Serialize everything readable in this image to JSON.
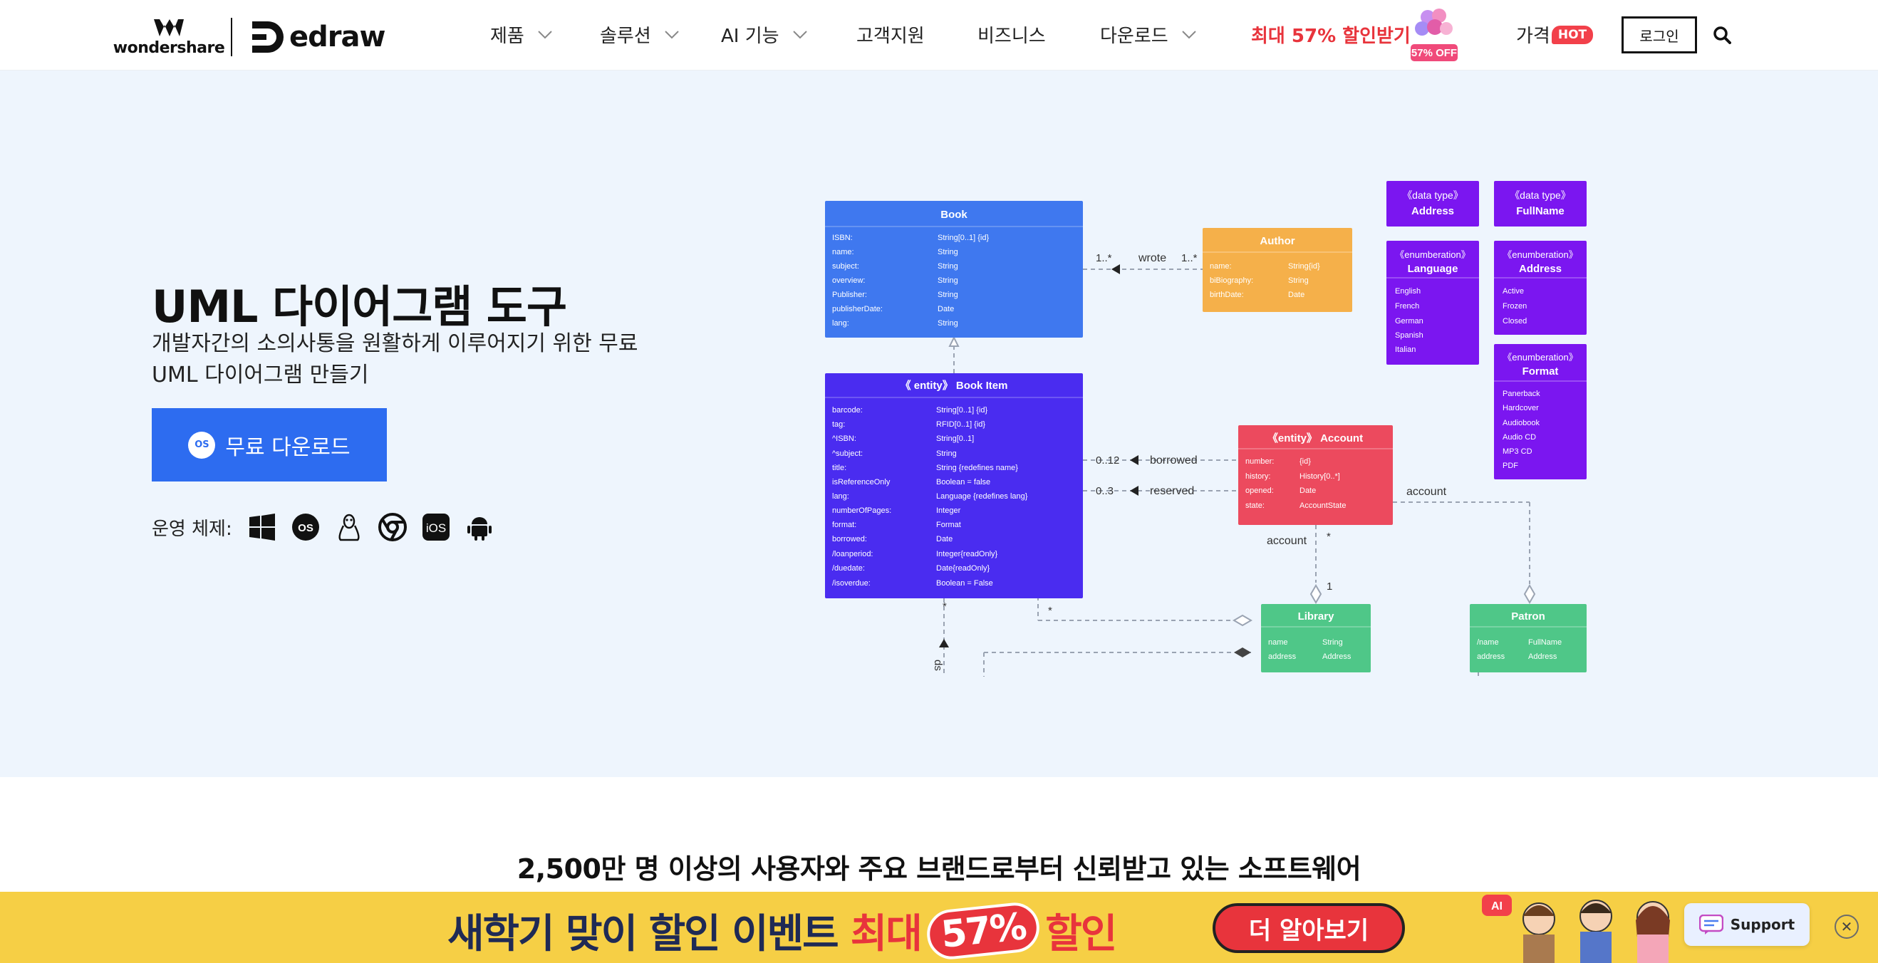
{
  "brand": {
    "wondershare": "wondershare",
    "edraw": "edraw"
  },
  "nav": {
    "products": "제품",
    "solutions": "솔루션",
    "ai": "AI 기능",
    "support": "고객지원",
    "business": "비즈니스",
    "download": "다운로드",
    "promo": "최대 57% 할인받기",
    "promo_badge": "57% OFF",
    "pricing": "가격",
    "hot": "HOT",
    "login": "로그인"
  },
  "hero": {
    "title": "UML 다이어그램 도구",
    "subtitle_line1": "개발자간의 소의사통을 원활하게 이루어지기 위한 무료",
    "subtitle_line2": "UML 다이어그램 만들기",
    "download_button": "무료 다운로드",
    "os_label": "운영 체제:",
    "os_icons": [
      "windows-icon",
      "macos-icon",
      "linux-icon",
      "chrome-icon",
      "ios-icon",
      "android-icon"
    ]
  },
  "uml": {
    "book": {
      "title": "Book",
      "rows": [
        [
          "ISBN:",
          "String[0..1] {id}"
        ],
        [
          "name:",
          "String"
        ],
        [
          "subject:",
          "String"
        ],
        [
          "overview:",
          "String"
        ],
        [
          "Publisher:",
          "String"
        ],
        [
          "publisherDate:",
          "Date"
        ],
        [
          "lang:",
          "String"
        ]
      ]
    },
    "author": {
      "title": "Author",
      "rows": [
        [
          "name:",
          "String{id}"
        ],
        [
          "biBiography:",
          "String"
        ],
        [
          "birthDate:",
          "Date"
        ]
      ]
    },
    "dt_address": {
      "stereo": "《data type》",
      "title": "Address"
    },
    "dt_fullname": {
      "stereo": "《data type》",
      "title": "FullName"
    },
    "en_language": {
      "stereo": "《enumberation》",
      "title": "Language",
      "items": [
        "English",
        "French",
        "German",
        "Spanish",
        "Italian"
      ]
    },
    "en_address": {
      "stereo": "《enumberation》",
      "title": "Address",
      "items": [
        "Active",
        "Frozen",
        "Closed"
      ]
    },
    "en_format": {
      "stereo": "《enumberation》",
      "title": "Format",
      "items": [
        "Panerback",
        "Hardcover",
        "Audiobook",
        "Audio CD",
        "MP3 CD",
        "PDF"
      ]
    },
    "bookitem": {
      "title": "《 entity》 Book Item",
      "rows": [
        [
          "barcode:",
          "String[0..1] {id}"
        ],
        [
          "tag:",
          "RFID[0..1] {id}"
        ],
        [
          "^ISBN:",
          "String[0..1]"
        ],
        [
          "^subject:",
          "String"
        ],
        [
          "title:",
          "String {redefines name}"
        ],
        [
          "isReferenceOnly",
          "Boolean = false"
        ],
        [
          "lang:",
          "Language {redefines lang}"
        ],
        [
          "numberOfPages:",
          "Integer"
        ],
        [
          "format:",
          "Format"
        ],
        [
          "borrowed:",
          "Date"
        ],
        [
          "/loanperiod:",
          "Integer{readOnly}"
        ],
        [
          "/duedate:",
          "Date{readOnly}"
        ],
        [
          "/isoverdue:",
          "Boolean = False"
        ]
      ]
    },
    "account": {
      "title": "《entity》 Account",
      "rows": [
        [
          "number:",
          "{id}"
        ],
        [
          "history:",
          "History[0..*]"
        ],
        [
          "opened:",
          "Date"
        ],
        [
          "state:",
          "AccountState"
        ]
      ]
    },
    "library": {
      "title": "Library",
      "rows": [
        [
          "name",
          "String"
        ],
        [
          "address",
          "Address"
        ]
      ]
    },
    "patron": {
      "title": "Patron",
      "rows": [
        [
          "/name",
          "FullName"
        ],
        [
          "address",
          "Address"
        ]
      ]
    },
    "labels": {
      "wrote": "wrote",
      "m1": "1..*",
      "m2": "1..*",
      "borrowed": "borrowed",
      "m012": "0..12",
      "reserved": "reserved",
      "m03": "0..3",
      "account1": "account",
      "account2": "account",
      "star1": "*",
      "one": "1",
      "star2": "*",
      "star3": "*",
      "ds": "ds"
    }
  },
  "trust": "2,500만 명 이상의 사용자와 주요 브랜드로부터 신뢰받고 있는 소프트웨어",
  "banner": {
    "title_main": "새학기 맞이 할인 이벤트",
    "title_red1": "최대",
    "title_pill": "57%",
    "title_red2": "할인",
    "cta": "더 알아보기",
    "support": "Support",
    "ai_tag": "AI"
  },
  "colors": {
    "primary": "#2d6cf0",
    "promo_red": "#e8343c",
    "hero_bg": "#eef5fd",
    "banner_bg": "#f6cf45",
    "uml_blue": "#3f78ef",
    "uml_indigo": "#4a2cf0",
    "uml_orange": "#f5b04a",
    "uml_purple": "#7b16f0",
    "uml_red": "#ec4a5e",
    "uml_green": "#4fc788"
  }
}
